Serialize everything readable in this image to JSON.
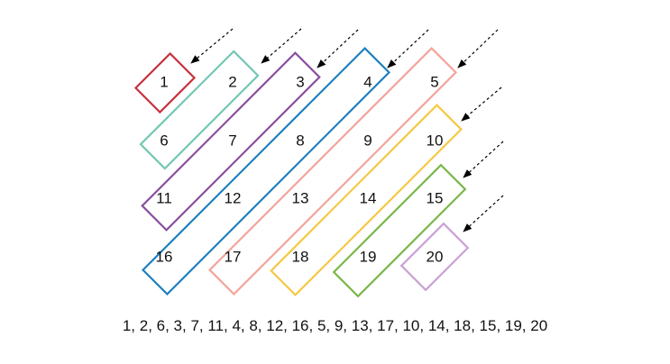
{
  "grid": {
    "rows": [
      [
        "1",
        "2",
        "3",
        "4",
        "5"
      ],
      [
        "6",
        "7",
        "8",
        "9",
        "10"
      ],
      [
        "11",
        "12",
        "13",
        "14",
        "15"
      ],
      [
        "16",
        "17",
        "18",
        "19",
        "20"
      ]
    ]
  },
  "groups": [
    {
      "cells": [
        "1"
      ],
      "color": "#c7323d"
    },
    {
      "cells": [
        "2",
        "6"
      ],
      "color": "#72c7b3"
    },
    {
      "cells": [
        "3",
        "7",
        "11"
      ],
      "color": "#8b4d9e"
    },
    {
      "cells": [
        "4",
        "8",
        "12",
        "16"
      ],
      "color": "#1f80bf"
    },
    {
      "cells": [
        "5",
        "9",
        "13",
        "17"
      ],
      "color": "#f4a39a"
    },
    {
      "cells": [
        "10",
        "14",
        "18"
      ],
      "color": "#f5c842"
    },
    {
      "cells": [
        "15",
        "19"
      ],
      "color": "#7ab648"
    },
    {
      "cells": [
        "20"
      ],
      "color": "#c9a0d4"
    }
  ],
  "caption": "1, 2, 6, 3, 7, 11, 4, 8, 12, 16, 5, 9, 13, 17, 10, 14, 18, 15, 19, 20"
}
